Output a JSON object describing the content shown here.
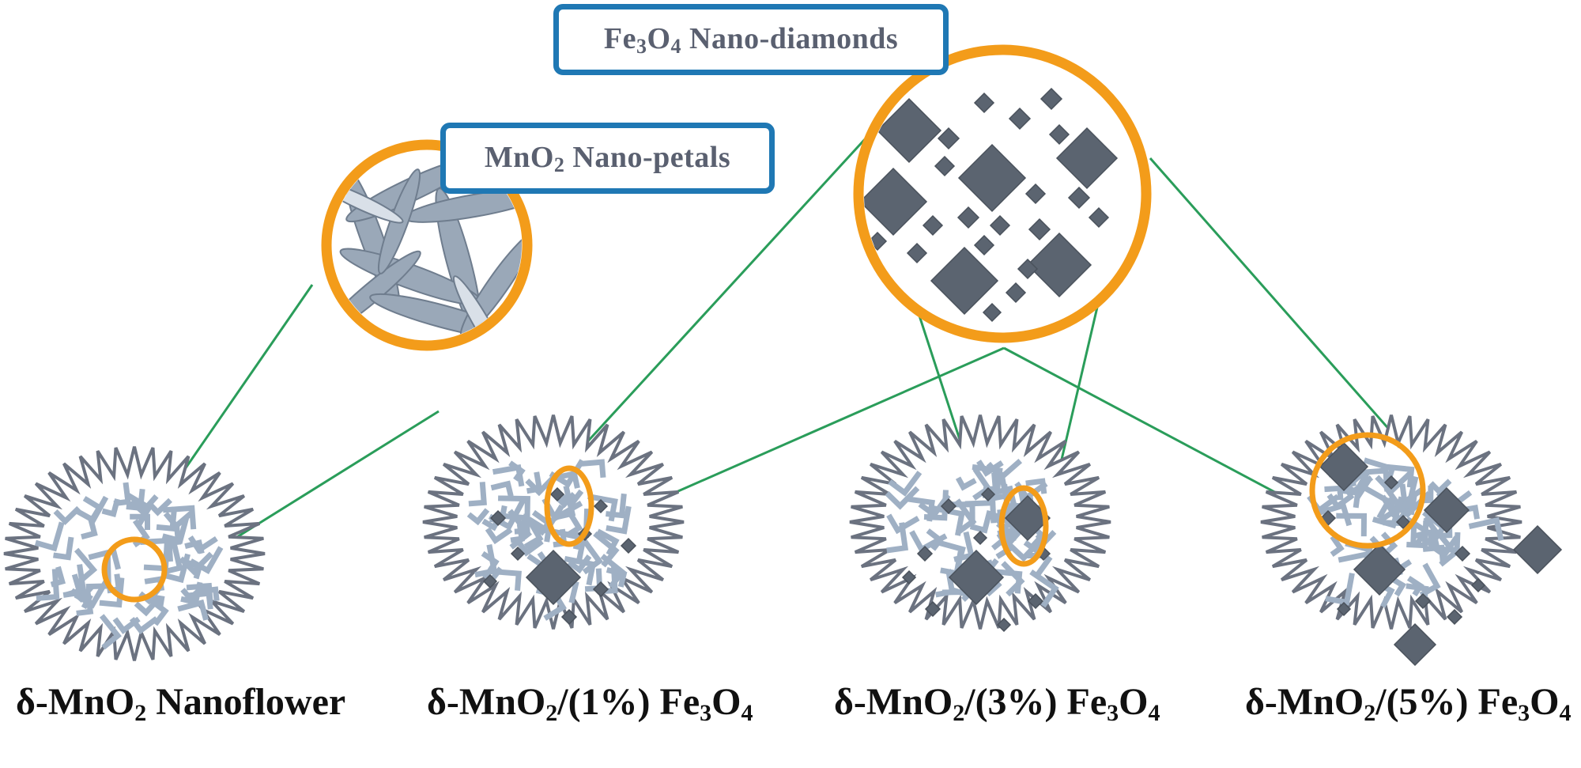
{
  "callouts": {
    "nano_diamonds": {
      "label_a": "Fe",
      "sub_a": "3",
      "label_b": "O",
      "sub_b": "4",
      "label_c": "Nano-diamonds"
    },
    "nano_petals": {
      "label_a": "MnO",
      "sub_a": "2",
      "label_b": "Nano-petals"
    }
  },
  "captions": [
    {
      "pre": "δ-MnO",
      "sub1": "2",
      "mid": " Nanoflower",
      "sub2": "",
      "post": ""
    },
    {
      "pre": "δ-MnO",
      "sub1": "2",
      "mid": "/(1%) Fe",
      "sub2": "3",
      "post": "O",
      "sub3": "4"
    },
    {
      "pre": "δ-MnO",
      "sub1": "2",
      "mid": "/(3%) Fe",
      "sub2": "3",
      "post": "O",
      "sub3": "4"
    },
    {
      "pre": "δ-MnO",
      "sub1": "2",
      "mid": "/(5%) Fe",
      "sub2": "3",
      "post": "O",
      "sub3": "4"
    }
  ],
  "colors": {
    "magnifier_ring": "#f39c1a",
    "callout_border": "#1f78b4",
    "connector_line": "#2a9d5a",
    "flower_outline": "#6b7280",
    "flower_network": "#9fb0c4",
    "diamond_fill": "#5b6470",
    "petal_fill": "#9aa8b8"
  }
}
